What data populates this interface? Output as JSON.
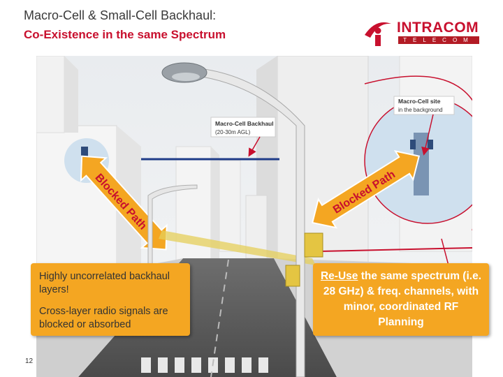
{
  "header": {
    "title": "Macro-Cell & Small-Cell Backhaul:",
    "subtitle": "Co-Existence in the same Spectrum"
  },
  "logo": {
    "name": "INTRACOM",
    "tagline": "TELECOM",
    "brand_color": "#c8102e"
  },
  "illustration": {
    "macro_backhaul_label_1": "Macro-Cell Backhaul",
    "macro_backhaul_label_2": "(20-30m AGL)",
    "macro_site_label_1": "Macro-Cell site",
    "macro_site_label_2": "in the background",
    "blocked_path_left": "Blocked Path",
    "blocked_path_right": "Blocked Path"
  },
  "callouts": {
    "left_line_1": "Highly uncorrelated backhaul layers!",
    "left_line_2": "Cross-layer radio signals are blocked or absorbed",
    "right_underlined": "Re-Use",
    "right_rest": " the same spectrum (i.e. 28 GHz) & freq. channels, with minor, coordinated RF Planning",
    "accent_color": "#f4a622"
  },
  "footer": {
    "page_number": "12"
  }
}
